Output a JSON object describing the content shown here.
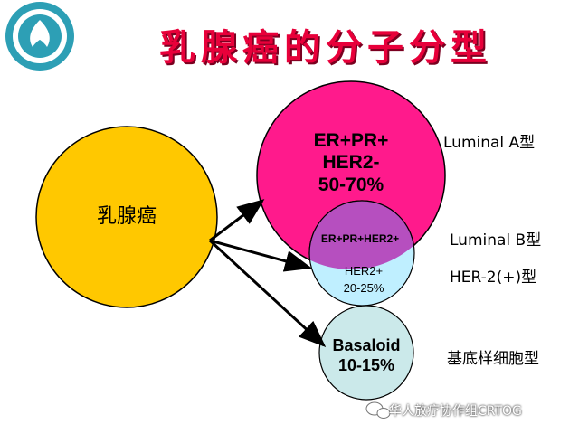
{
  "slide": {
    "title": "乳腺癌的分子分型",
    "source_node": {
      "label": "乳腺癌",
      "color": "#ffc800"
    },
    "nodes": [
      {
        "lines": [
          "ER+PR+",
          "HER2-",
          "50-70%"
        ],
        "color": "#ff1a8c"
      },
      {
        "lines": [
          "ER+PR+HER2+"
        ],
        "color": "#b64fbf"
      },
      {
        "lines": [
          "HER2+",
          "20-25%"
        ],
        "color": "#bfefff"
      },
      {
        "lines": [
          "Basaloid",
          "10-15%"
        ],
        "color": "#cbe9ea"
      }
    ],
    "subtype_labels": [
      {
        "text": "Luminal A型"
      },
      {
        "text": "Luminal B型"
      },
      {
        "text": "HER-2(+)型"
      },
      {
        "text": "基底样细胞型"
      }
    ],
    "watermark": "华人放疗协作组CRTOG"
  }
}
